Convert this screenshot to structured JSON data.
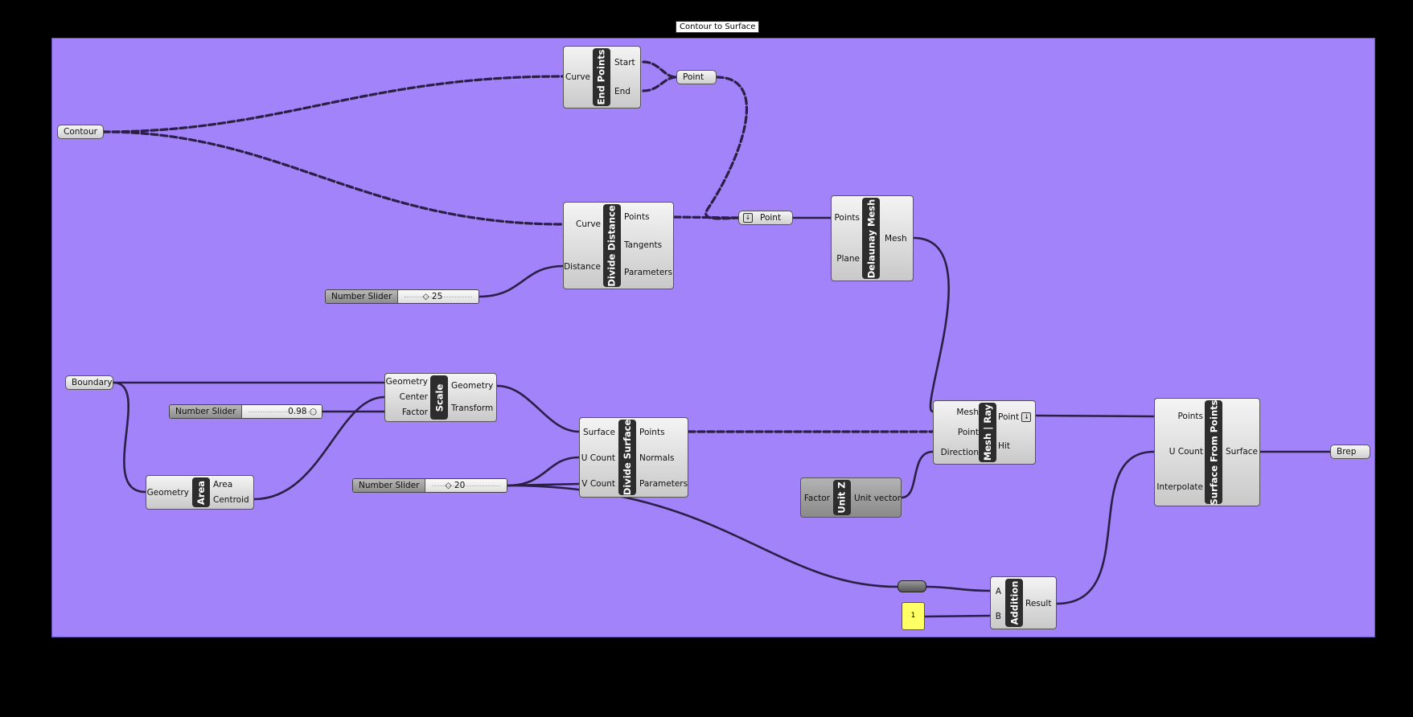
{
  "group": {
    "title": "Contour to Surface"
  },
  "colors": {
    "canvas": "#a383fa",
    "wire": "#2a1f45",
    "panel": "#ffff66"
  },
  "params": {
    "contour": "Contour",
    "point_top": "Point",
    "point_mid": "Point",
    "boundary": "Boundary",
    "brep": "Brep"
  },
  "components": {
    "end_points": {
      "name": "End Points",
      "inputs": [
        "Curve"
      ],
      "outputs": [
        "Start",
        "End"
      ]
    },
    "divide_distance": {
      "name": "Divide Distance",
      "inputs": [
        "Curve",
        "Distance"
      ],
      "outputs": [
        "Points",
        "Tangents",
        "Parameters"
      ]
    },
    "delaunay_mesh": {
      "name": "Delaunay Mesh",
      "inputs": [
        "Points",
        "Plane"
      ],
      "outputs": [
        "Mesh"
      ]
    },
    "scale": {
      "name": "Scale",
      "inputs": [
        "Geometry",
        "Center",
        "Factor"
      ],
      "outputs": [
        "Geometry",
        "Transform"
      ]
    },
    "area": {
      "name": "Area",
      "inputs": [
        "Geometry"
      ],
      "outputs": [
        "Area",
        "Centroid"
      ]
    },
    "divide_surface": {
      "name": "Divide Surface",
      "inputs": [
        "Surface",
        "U Count",
        "V Count"
      ],
      "outputs": [
        "Points",
        "Normals",
        "Parameters"
      ]
    },
    "mesh_ray": {
      "name": "Mesh | Ray",
      "inputs": [
        "Mesh",
        "Point",
        "Direction"
      ],
      "outputs": [
        "Point",
        "Hit"
      ]
    },
    "unit_z": {
      "name": "Unit Z",
      "inputs": [
        "Factor"
      ],
      "outputs": [
        "Unit vector"
      ]
    },
    "surface_from_points": {
      "name": "Surface From Points",
      "inputs": [
        "Points",
        "U Count",
        "Interpolate"
      ],
      "outputs": [
        "Surface"
      ]
    },
    "addition": {
      "name": "Addition",
      "inputs": [
        "A",
        "B"
      ],
      "outputs": [
        "Result"
      ]
    }
  },
  "sliders": {
    "distance": {
      "label": "Number Slider",
      "value": "25"
    },
    "factor": {
      "label": "Number Slider",
      "value": "0.98"
    },
    "count": {
      "label": "Number Slider",
      "value": "20"
    }
  },
  "panel": {
    "value": "1"
  },
  "icons": {
    "flatten": "flatten-down-arrow-icon"
  }
}
